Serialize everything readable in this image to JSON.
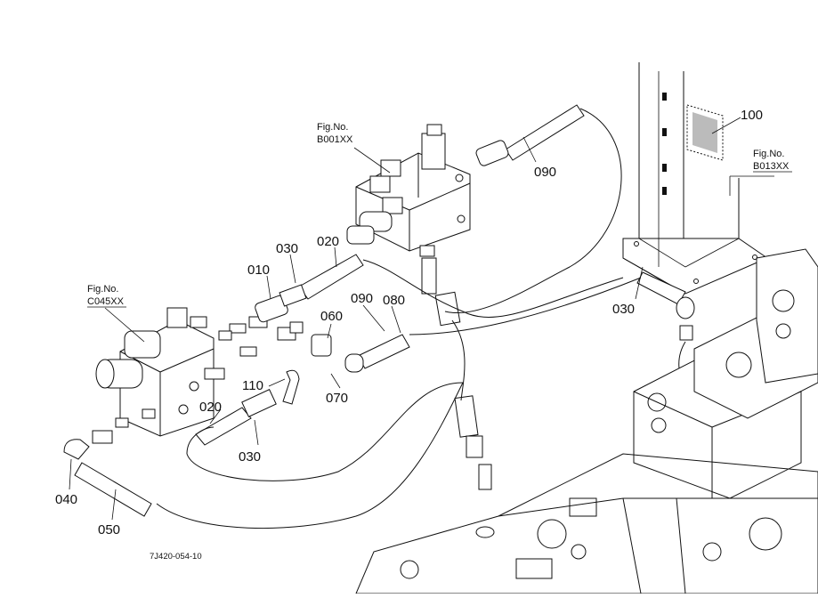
{
  "diagram": {
    "code": "7J420-054-10",
    "fig_refs": [
      {
        "id": "b001",
        "line1": "Fig.No.",
        "line2": "B001XX"
      },
      {
        "id": "c045",
        "line1": "Fig.No.",
        "line2": "C045XX"
      },
      {
        "id": "b013",
        "line1": "Fig.No.",
        "line2": "B013XX"
      }
    ],
    "callouts": {
      "p100": "100",
      "p090_top": "090",
      "p030_top": "030",
      "p020_top": "020",
      "p010": "010",
      "p090_mid": "090",
      "p080": "080",
      "p060": "060",
      "p030_right": "030",
      "p110": "110",
      "p070": "070",
      "p020_low": "020",
      "p030_low": "030",
      "p040": "040",
      "p050": "050"
    }
  }
}
